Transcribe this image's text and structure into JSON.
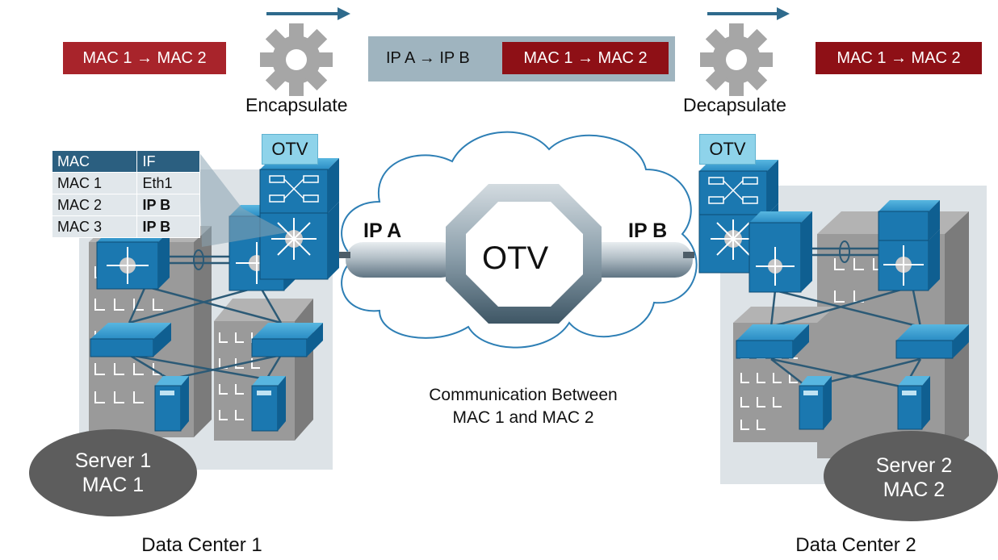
{
  "header": {
    "left_frame": "MAC 1 → MAC 2",
    "middle_ip": "IP A → IP B",
    "middle_frame": "MAC 1 → MAC 2",
    "right_frame": "MAC 1 → MAC 2",
    "encapsulate": "Encapsulate",
    "decapsulate": "Decapsulate"
  },
  "mac_table": {
    "headers": [
      "MAC",
      "IF"
    ],
    "rows": [
      [
        "MAC 1",
        "Eth1"
      ],
      [
        "MAC 2",
        "IP B"
      ],
      [
        "MAC 3",
        "IP B"
      ]
    ]
  },
  "overlay": {
    "otv_left": "OTV",
    "otv_right": "OTV",
    "ip_a": "IP A",
    "ip_b": "IP B",
    "center": "OTV",
    "caption_line1": "Communication Between",
    "caption_line2": "MAC 1 and MAC 2"
  },
  "servers": {
    "s1_line1": "Server 1",
    "s1_line2": "MAC 1",
    "s2_line1": "Server 2",
    "s2_line2": "MAC 2"
  },
  "sites": {
    "dc1": "Data Center 1",
    "dc2": "Data Center 2"
  },
  "colors": {
    "frame_red": "#a8242b",
    "frame_dark_red": "#8e1016",
    "ip_box": "#9fb4bf",
    "device_blue": "#1b78b0",
    "otv_tag": "#8ed3ea",
    "table_header": "#2b5f80",
    "arrow": "#2e6a8c"
  }
}
